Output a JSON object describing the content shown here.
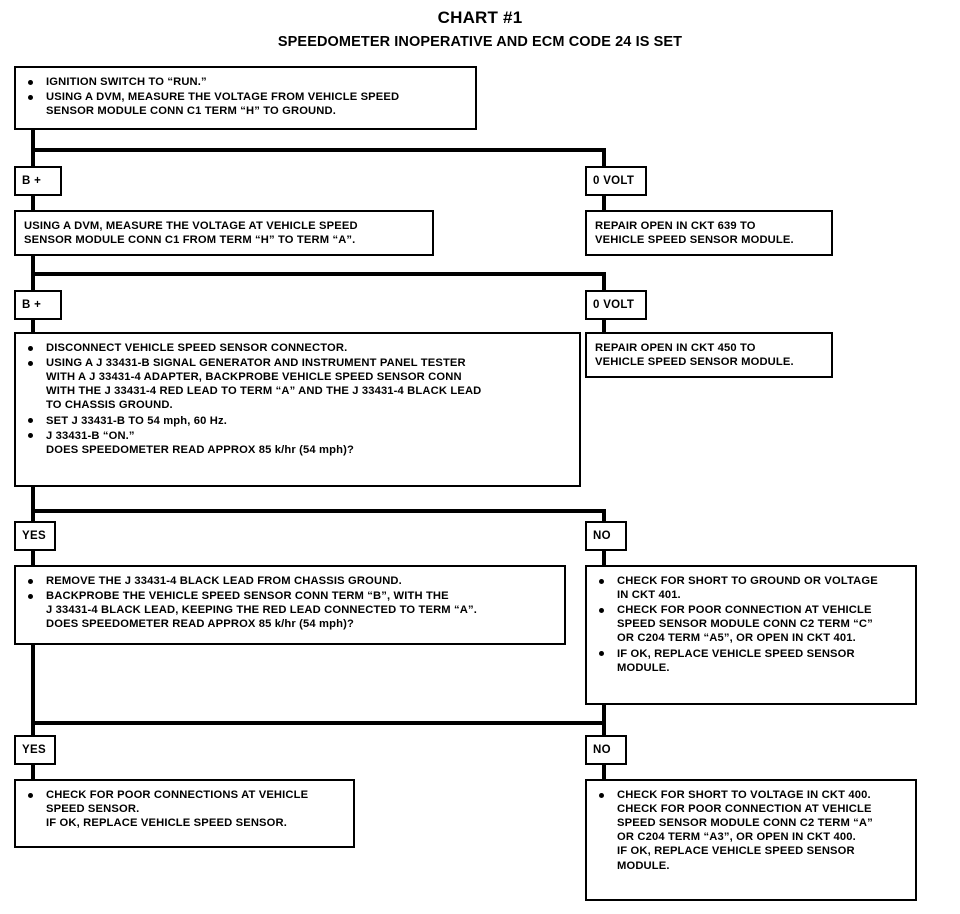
{
  "title": {
    "main": "CHART #1",
    "sub": "SPEEDOMETER INOPERATIVE AND ECM CODE 24 IS SET"
  },
  "tags": {
    "b_plus_1": "B +",
    "zero_volt_1": "0 VOLT",
    "b_plus_2": "B +",
    "zero_volt_2": "0 VOLT",
    "yes_1": "YES",
    "no_1": "NO",
    "yes_2": "YES",
    "no_2": "NO"
  },
  "nodes": {
    "start": {
      "lines": [
        "IGNITION SWITCH TO “RUN.”",
        "USING A DVM, MEASURE THE VOLTAGE FROM VEHICLE SPEED",
        "SENSOR MODULE CONN C1 TERM “H” TO GROUND."
      ]
    },
    "step2": {
      "lines": [
        "USING A DVM, MEASURE THE VOLTAGE AT VEHICLE SPEED",
        "SENSOR MODULE CONN C1 FROM TERM “H” TO TERM “A”."
      ]
    },
    "repair639": {
      "lines": [
        "REPAIR OPEN IN CKT 639 TO",
        "VEHICLE SPEED SENSOR MODULE."
      ]
    },
    "repair450": {
      "lines": [
        "REPAIR OPEN IN CKT 450 TO",
        "VEHICLE SPEED SENSOR MODULE."
      ]
    },
    "step3": {
      "lines": [
        "DISCONNECT VEHICLE SPEED SENSOR CONNECTOR.",
        "USING A J 33431-B SIGNAL GENERATOR AND INSTRUMENT PANEL TESTER",
        "WITH A J 33431-4 ADAPTER, BACKPROBE VEHICLE SPEED SENSOR CONN",
        "WITH THE J 33431-4 RED LEAD TO TERM “A” AND THE J 33431-4 BLACK LEAD",
        "TO CHASSIS GROUND.",
        "SET J 33431-B TO 54 mph, 60 Hz.",
        "J 33431-B “ON.”",
        "DOES SPEEDOMETER READ APPROX 85 k/hr (54 mph)?"
      ]
    },
    "step4": {
      "lines": [
        "REMOVE THE J 33431-4 BLACK LEAD FROM CHASSIS GROUND.",
        "BACKPROBE THE VEHICLE SPEED SENSOR CONN TERM “B”, WITH THE",
        "J 33431-4 BLACK LEAD, KEEPING THE RED LEAD CONNECTED TO TERM “A”.",
        "DOES SPEEDOMETER READ APPROX 85 k/hr (54 mph)?"
      ]
    },
    "check401": {
      "lines": [
        "CHECK FOR SHORT TO GROUND OR VOLTAGE",
        "IN CKT 401.",
        "CHECK FOR POOR CONNECTION AT VEHICLE",
        "SPEED SENSOR MODULE CONN C2 TERM “C”",
        "OR C204 TERM “A5”, OR OPEN IN CKT 401.",
        "IF OK, REPLACE VEHICLE SPEED SENSOR",
        "MODULE."
      ]
    },
    "final_yes": {
      "lines": [
        "CHECK FOR POOR CONNECTIONS AT VEHICLE",
        "SPEED SENSOR.",
        "IF OK, REPLACE VEHICLE SPEED SENSOR."
      ]
    },
    "final_no": {
      "lines": [
        "CHECK FOR SHORT TO VOLTAGE IN CKT 400.",
        "CHECK FOR POOR CONNECTION AT VEHICLE",
        "SPEED SENSOR MODULE CONN C2 TERM “A”",
        "OR C204 TERM “A3”, OR OPEN IN CKT 400.",
        "IF OK, REPLACE VEHICLE SPEED SENSOR",
        "MODULE."
      ]
    }
  },
  "colors": {
    "ink": "#000000",
    "paper": "#ffffff"
  }
}
